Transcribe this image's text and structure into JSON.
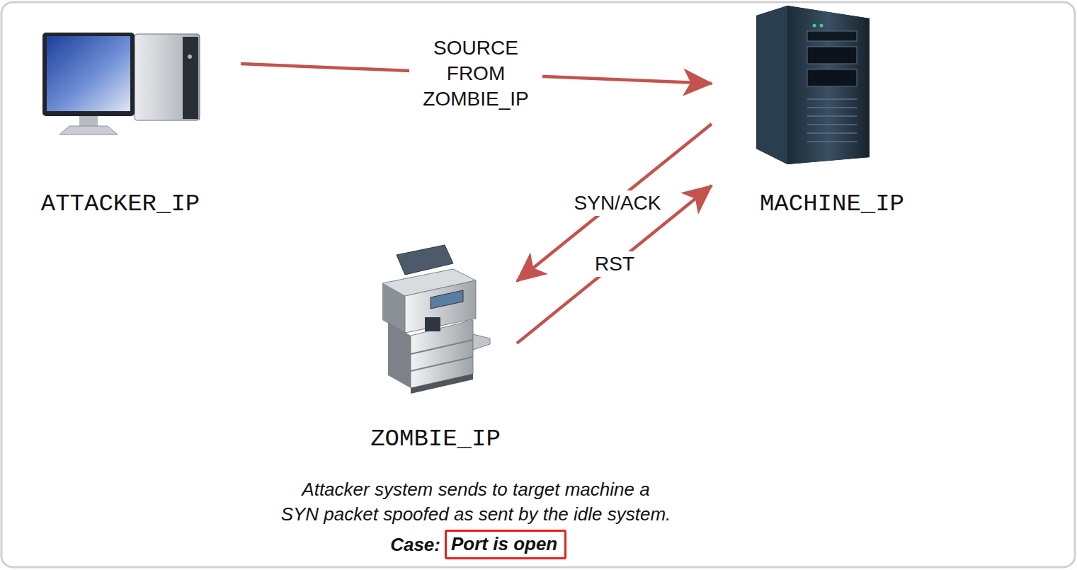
{
  "diagram": {
    "caption": "Attacker system sends to target machine a SYN packet spoofed as sent by the idle system.",
    "nodes": [
      {
        "text": [
          "ATTACKER_IP"
        ]
      },
      {
        "text": [
          "MACHINE_IP"
        ]
      },
      {
        "text": [
          "ZOMBIE_IP"
        ]
      },
      {
        "text": [
          "Port is open"
        ]
      }
    ],
    "edges": [
      {
        "from": 0,
        "to": 1,
        "arrow": "to",
        "label": "SOURCE FROM ZOMBIE_IP"
      },
      {
        "from": 1,
        "to": 2,
        "arrow": "to",
        "label": "SYN/ACK"
      },
      {
        "from": 2,
        "to": 1,
        "arrow": "to",
        "label": "RST"
      }
    ],
    "labels": [
      "Case:"
    ]
  }
}
